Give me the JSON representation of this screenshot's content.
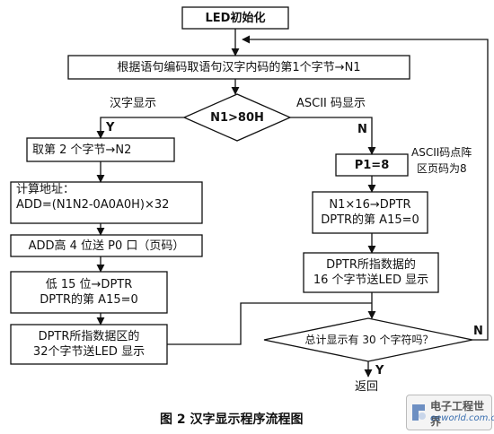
{
  "flowchart": {
    "start": "LED初始化",
    "step_fetch_first": "根据语句编码取语句汉字内码的第1个字节→N1",
    "decision_n1": "N1>80H",
    "label_hanzi": "汉字显示",
    "label_ascii": "ASCII 码显示",
    "yes1": "Y",
    "no1": "N",
    "step_fetch_second": "取第 2 个字节→N2",
    "calc_addr_line1": "计算地址：",
    "calc_addr_line2": "ADD=(N1N2-0A0A0H)×32",
    "step_send_p0": "ADD高 4 位送 P0 口（页码）",
    "step_low15_line1": "低 15 位→DPTR",
    "step_low15_line2": "DPTR的第 A15=0",
    "step_send32_line1": "DPTR所指数据区的",
    "step_send32_line2": "32个字节送LED 显示",
    "step_p1": "P1=8",
    "note_ascii_line1": "ASCII码点阵",
    "note_ascii_line2": "区页码为8",
    "step_n1x16_line1": "N1×16→DPTR",
    "step_n1x16_line2": "DPTR的第 A15=0",
    "step_send16_line1": "DPTR所指数据的",
    "step_send16_line2": "16 个字节送LED 显示",
    "decision_total": "总计显示有 30 个字符吗？",
    "yes2": "Y",
    "no2": "N",
    "end": "返回"
  },
  "caption": "图 2   汉字显示程序流程图",
  "logo": {
    "text_cn": "电子工程世界",
    "text_en": "eeworld.com.cn"
  }
}
